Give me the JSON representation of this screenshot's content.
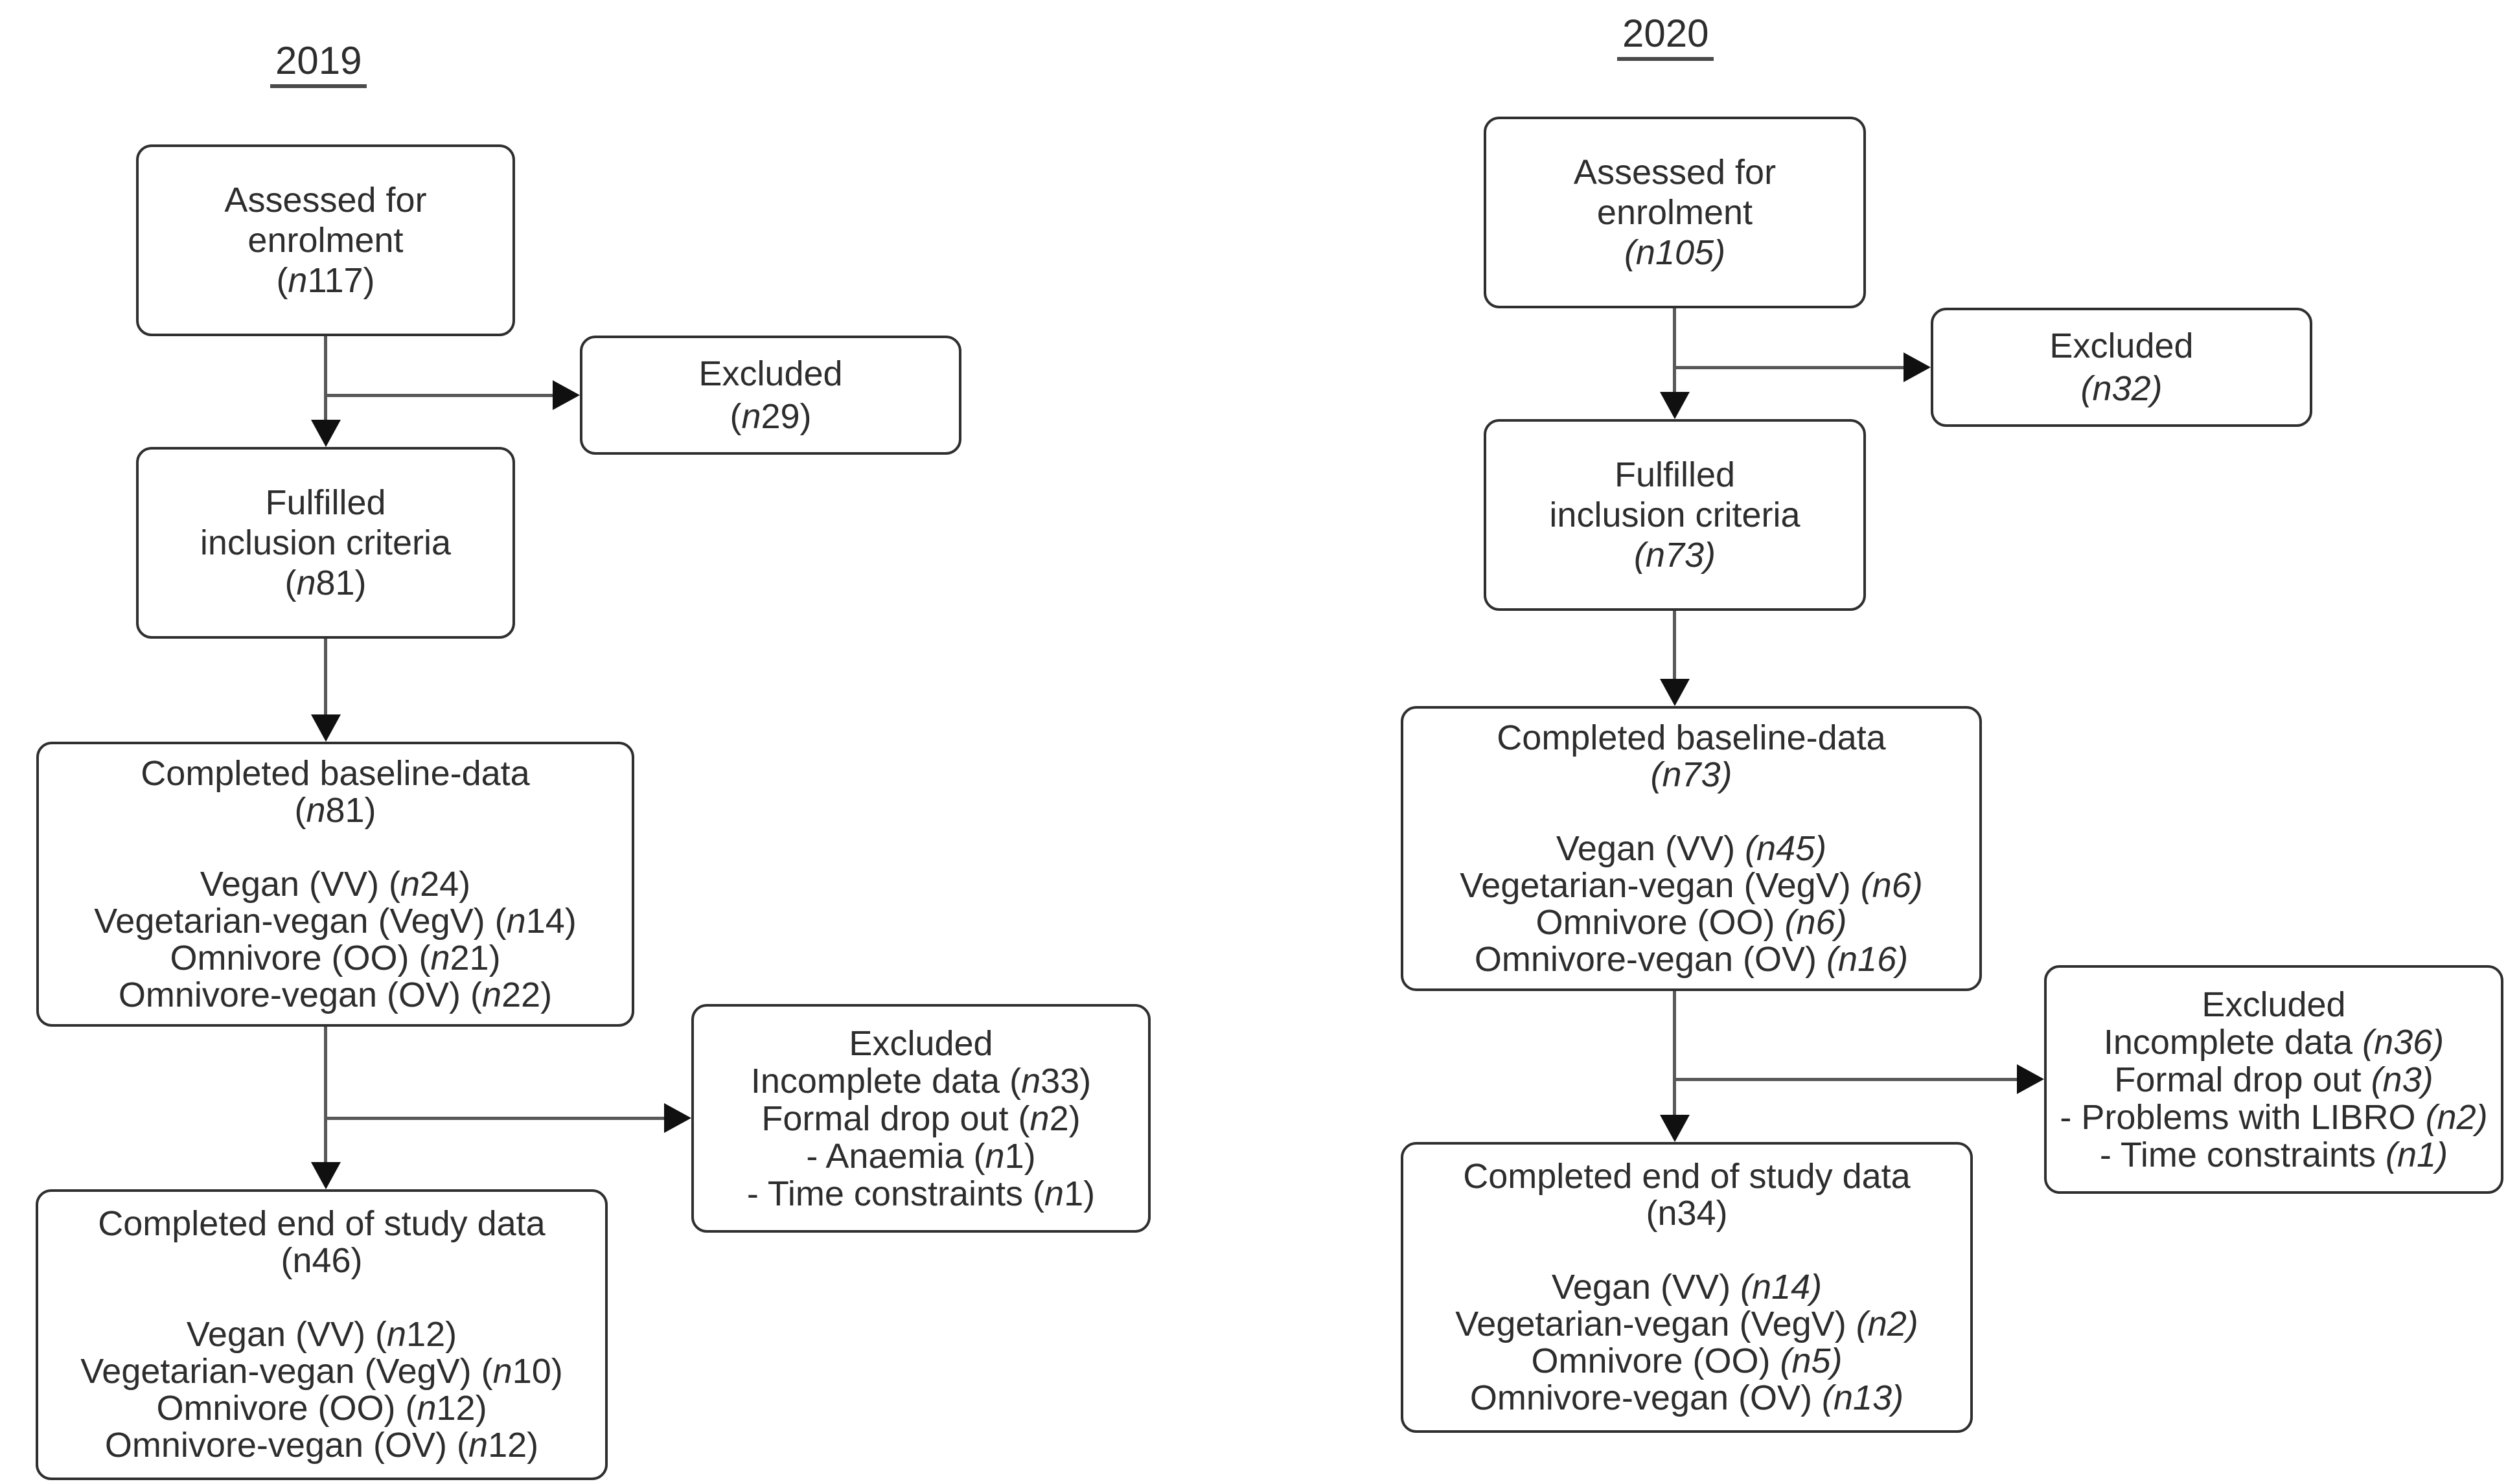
{
  "figure_type": "consort-flow-diagram",
  "colors": {
    "background": "#ffffff",
    "box_border": "#2f2f2f",
    "connector_line": "#585858",
    "arrowhead": "#101010",
    "text": "#2d2d2d"
  },
  "left": {
    "title": "2019",
    "assessed": {
      "lines": [
        [
          {
            "t": "Assessed for"
          }
        ],
        [
          {
            "t": "enrolment"
          }
        ],
        [
          {
            "t": "("
          },
          {
            "t": "n",
            "i": true
          },
          {
            "t": "117)"
          }
        ]
      ]
    },
    "excluded_top": {
      "lines": [
        [
          {
            "t": "Excluded"
          }
        ],
        [
          {
            "t": "("
          },
          {
            "t": "n",
            "i": true
          },
          {
            "t": "29)"
          }
        ]
      ]
    },
    "fulfilled": {
      "lines": [
        [
          {
            "t": "Fulfilled"
          }
        ],
        [
          {
            "t": "inclusion criteria"
          }
        ],
        [
          {
            "t": "("
          },
          {
            "t": "n",
            "i": true
          },
          {
            "t": "81)"
          }
        ]
      ]
    },
    "baseline": {
      "lines": [
        [
          {
            "t": "Completed baseline-data"
          }
        ],
        [
          {
            "t": "("
          },
          {
            "t": "n",
            "i": true
          },
          {
            "t": "81)"
          }
        ],
        [
          {
            "t": ""
          }
        ],
        [
          {
            "t": "Vegan (VV) ("
          },
          {
            "t": "n",
            "i": true
          },
          {
            "t": "24)"
          }
        ],
        [
          {
            "t": "Vegetarian-vegan (VegV) ("
          },
          {
            "t": "n",
            "i": true
          },
          {
            "t": "14)"
          }
        ],
        [
          {
            "t": "Omnivore (OO) ("
          },
          {
            "t": "n",
            "i": true
          },
          {
            "t": "21)"
          }
        ],
        [
          {
            "t": "Omnivore-vegan (OV) ("
          },
          {
            "t": "n",
            "i": true
          },
          {
            "t": "22)"
          }
        ]
      ]
    },
    "excluded_bottom": {
      "lines": [
        [
          {
            "t": "Excluded"
          }
        ],
        [
          {
            "t": "Incomplete data ("
          },
          {
            "t": "n",
            "i": true
          },
          {
            "t": "33)"
          }
        ],
        [
          {
            "t": "Formal drop out ("
          },
          {
            "t": "n",
            "i": true
          },
          {
            "t": "2)"
          }
        ],
        [
          {
            "t": "- Anaemia ("
          },
          {
            "t": "n",
            "i": true
          },
          {
            "t": "1)"
          }
        ],
        [
          {
            "t": "- Time constraints ("
          },
          {
            "t": "n",
            "i": true
          },
          {
            "t": "1)"
          }
        ]
      ]
    },
    "end_of_study": {
      "lines": [
        [
          {
            "t": "Completed end of study data"
          }
        ],
        [
          {
            "t": "(n46)"
          }
        ],
        [
          {
            "t": ""
          }
        ],
        [
          {
            "t": "Vegan (VV) ("
          },
          {
            "t": "n",
            "i": true
          },
          {
            "t": "12)"
          }
        ],
        [
          {
            "t": "Vegetarian-vegan (VegV) ("
          },
          {
            "t": "n",
            "i": true
          },
          {
            "t": "10)"
          }
        ],
        [
          {
            "t": "Omnivore (OO) ("
          },
          {
            "t": "n",
            "i": true
          },
          {
            "t": "12)"
          }
        ],
        [
          {
            "t": "Omnivore-vegan (OV) ("
          },
          {
            "t": "n",
            "i": true
          },
          {
            "t": "12)"
          }
        ]
      ]
    }
  },
  "right": {
    "title": "2020",
    "assessed": {
      "lines": [
        [
          {
            "t": "Assessed for"
          }
        ],
        [
          {
            "t": "enrolment"
          }
        ],
        [
          {
            "t": "(n105)",
            "i": true
          }
        ]
      ]
    },
    "excluded_top": {
      "lines": [
        [
          {
            "t": "Excluded"
          }
        ],
        [
          {
            "t": "(n32)",
            "i": true
          }
        ]
      ]
    },
    "fulfilled": {
      "lines": [
        [
          {
            "t": "Fulfilled"
          }
        ],
        [
          {
            "t": "inclusion criteria"
          }
        ],
        [
          {
            "t": "(n73)",
            "i": true
          }
        ]
      ]
    },
    "baseline": {
      "lines": [
        [
          {
            "t": "Completed baseline-data"
          }
        ],
        [
          {
            "t": "(n73)",
            "i": true
          }
        ],
        [
          {
            "t": ""
          }
        ],
        [
          {
            "t": "Vegan (VV) "
          },
          {
            "t": "(n45)",
            "i": true
          }
        ],
        [
          {
            "t": "Vegetarian-vegan (VegV) "
          },
          {
            "t": "(n6)",
            "i": true
          }
        ],
        [
          {
            "t": "Omnivore (OO) "
          },
          {
            "t": "(n6)",
            "i": true
          }
        ],
        [
          {
            "t": "Omnivore-vegan (OV) "
          },
          {
            "t": "(n16)",
            "i": true
          }
        ]
      ]
    },
    "excluded_bottom": {
      "lines": [
        [
          {
            "t": "Excluded"
          }
        ],
        [
          {
            "t": "Incomplete data "
          },
          {
            "t": "(n36)",
            "i": true
          }
        ],
        [
          {
            "t": "Formal drop out "
          },
          {
            "t": "(n3)",
            "i": true
          }
        ],
        [
          {
            "t": "- Problems with LIBRO "
          },
          {
            "t": "(n2)",
            "i": true
          }
        ],
        [
          {
            "t": "- Time constraints "
          },
          {
            "t": "(n1)",
            "i": true
          }
        ]
      ]
    },
    "end_of_study": {
      "lines": [
        [
          {
            "t": "Completed end of study data"
          }
        ],
        [
          {
            "t": "(n34)"
          }
        ],
        [
          {
            "t": ""
          }
        ],
        [
          {
            "t": "Vegan (VV) "
          },
          {
            "t": "(n14)",
            "i": true
          }
        ],
        [
          {
            "t": "Vegetarian-vegan (VegV) "
          },
          {
            "t": "(n2)",
            "i": true
          }
        ],
        [
          {
            "t": "Omnivore (OO) "
          },
          {
            "t": "(n5)",
            "i": true
          }
        ],
        [
          {
            "t": "Omnivore-vegan (OV) "
          },
          {
            "t": "(n13)",
            "i": true
          }
        ]
      ]
    }
  }
}
